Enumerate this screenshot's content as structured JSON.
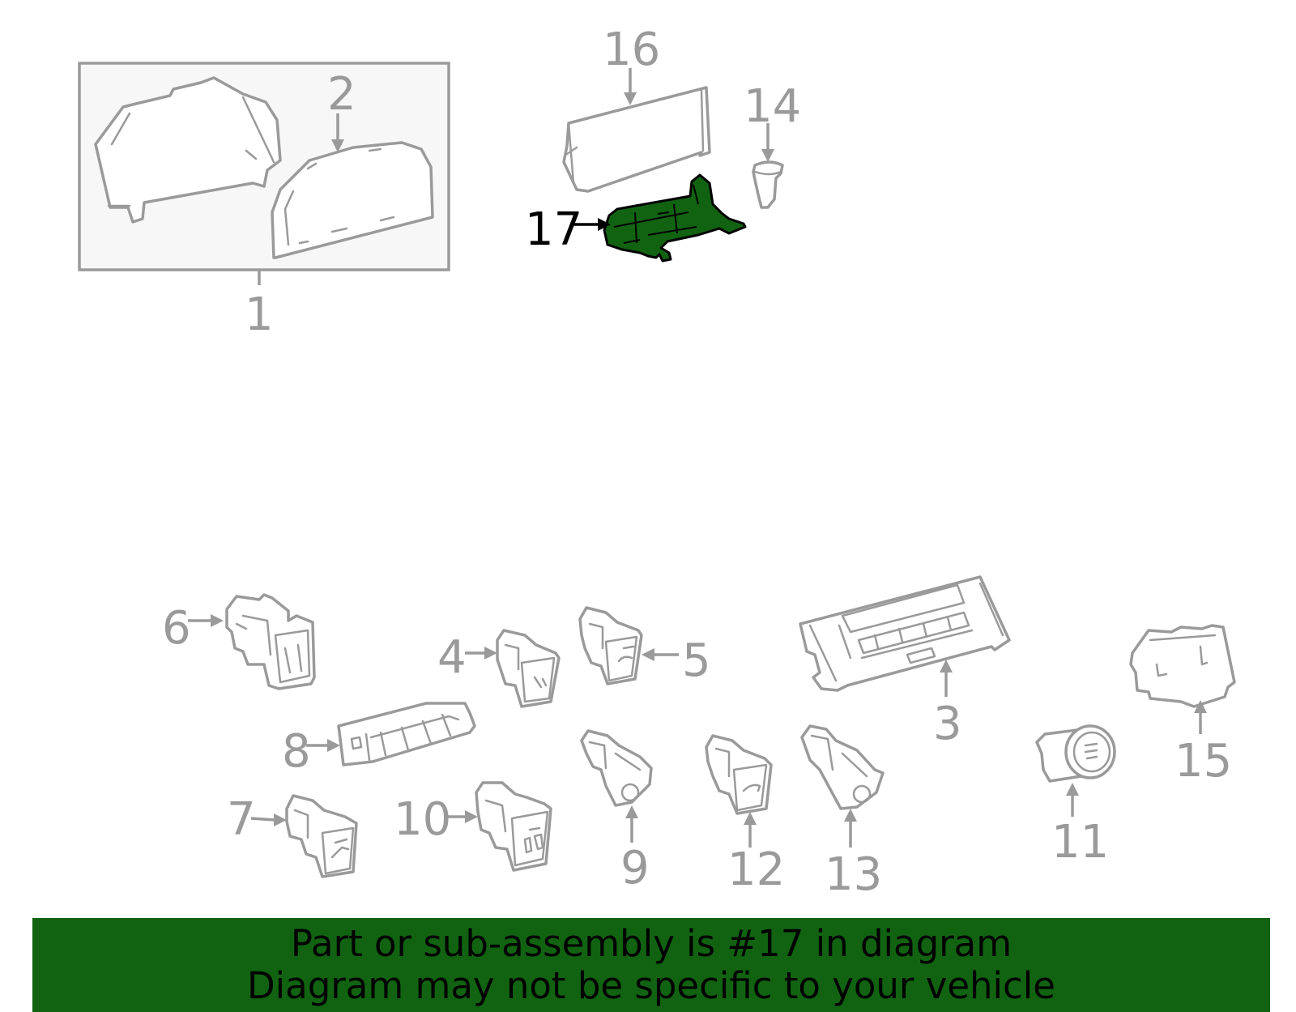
{
  "colors": {
    "line": "#9a9a9a",
    "highlight_fill": "#116311",
    "highlight_text": "#000000",
    "banner_bg": "#116311",
    "assembly_box_bg": "#f7f7f7"
  },
  "callouts": {
    "c1": "1",
    "c2": "2",
    "c3": "3",
    "c4": "4",
    "c5": "5",
    "c6": "6",
    "c7": "7",
    "c8": "8",
    "c9": "9",
    "c10": "10",
    "c11": "11",
    "c12": "12",
    "c13": "13",
    "c14": "14",
    "c15": "15",
    "c16": "16",
    "c17": "17"
  },
  "highlighted_part": "17",
  "banner": {
    "line1": "Part or sub-assembly is #17 in diagram",
    "line2": "Diagram may not be specific to your vehicle"
  }
}
